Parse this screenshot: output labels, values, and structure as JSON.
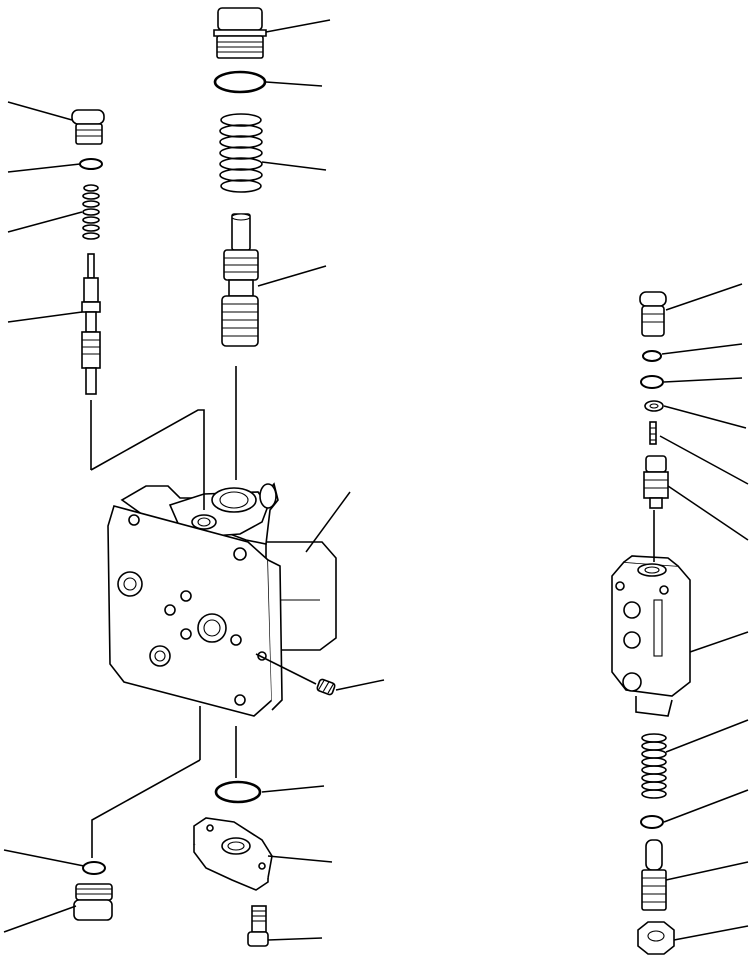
{
  "diagram": {
    "type": "exploded-parts-view",
    "line_color": "#000000",
    "background": "#ffffff",
    "assemblies": [
      {
        "id": "main-valve-section",
        "parts": [
          "top-plug",
          "top-o-ring",
          "valve-spring",
          "spool",
          "left-plug",
          "left-o-ring",
          "left-spring",
          "left-spool",
          "valve-body",
          "side-set-screw",
          "bottom-o-ring",
          "flange-cover",
          "flange-bolt",
          "lower-o-ring",
          "lower-plug"
        ]
      },
      {
        "id": "relief-valve-section",
        "parts": [
          "relief-plug",
          "relief-o-ring-1",
          "relief-o-ring-2",
          "relief-washer",
          "relief-pin",
          "relief-poppet",
          "relief-body",
          "relief-spring",
          "relief-o-ring-3",
          "relief-piston",
          "relief-nut"
        ]
      }
    ]
  }
}
